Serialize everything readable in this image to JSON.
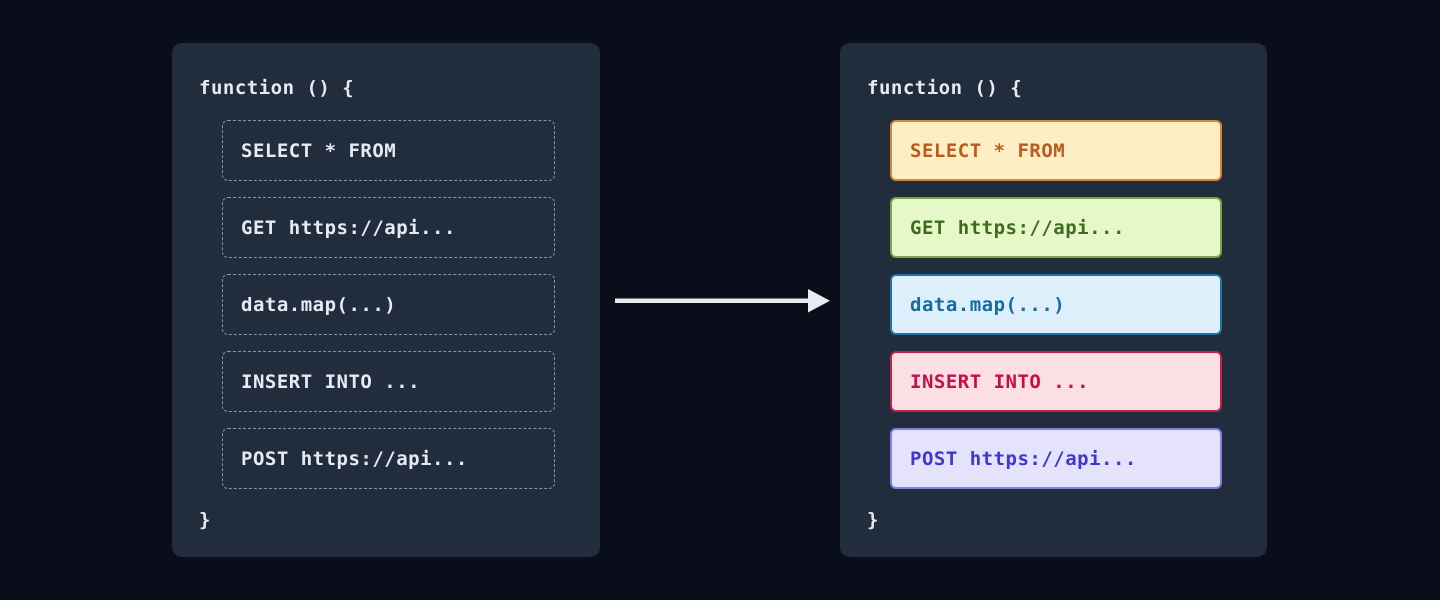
{
  "diagram": {
    "description": "Code transformation diagram: an unstructured function with plain dashed code blocks becomes a function with categorized, color-highlighted code blocks",
    "before": {
      "open_line": "function () {",
      "close_line": "}",
      "blocks": [
        {
          "label": "SELECT * FROM"
        },
        {
          "label": "GET https://api..."
        },
        {
          "label": "data.map(...)"
        },
        {
          "label": "INSERT INTO ..."
        },
        {
          "label": "POST https://api..."
        }
      ]
    },
    "after": {
      "open_line": "function () {",
      "close_line": "}",
      "blocks": [
        {
          "label": "SELECT * FROM",
          "bg": "#fdeec6",
          "border": "#d3873c",
          "text": "#bc5b1e"
        },
        {
          "label": "GET https://api...",
          "bg": "#e6f7c8",
          "border": "#7ba342",
          "text": "#3f6b21"
        },
        {
          "label": "data.map(...)",
          "bg": "#ddeffb",
          "border": "#2172a8",
          "text": "#176b9e"
        },
        {
          "label": "INSERT INTO ...",
          "bg": "#fcdfe3",
          "border": "#c51e51",
          "text": "#c70d4d"
        },
        {
          "label": "POST https://api...",
          "bg": "#e4e3fb",
          "border": "#8181e8",
          "text": "#4136d2"
        }
      ]
    },
    "colors": {
      "page_bg": "#0a0e1a",
      "panel_bg": "#212c3d",
      "code_text": "#e7ebf1",
      "dashed_border": "#8a93a2",
      "arrow": "#e8ebf0"
    }
  }
}
